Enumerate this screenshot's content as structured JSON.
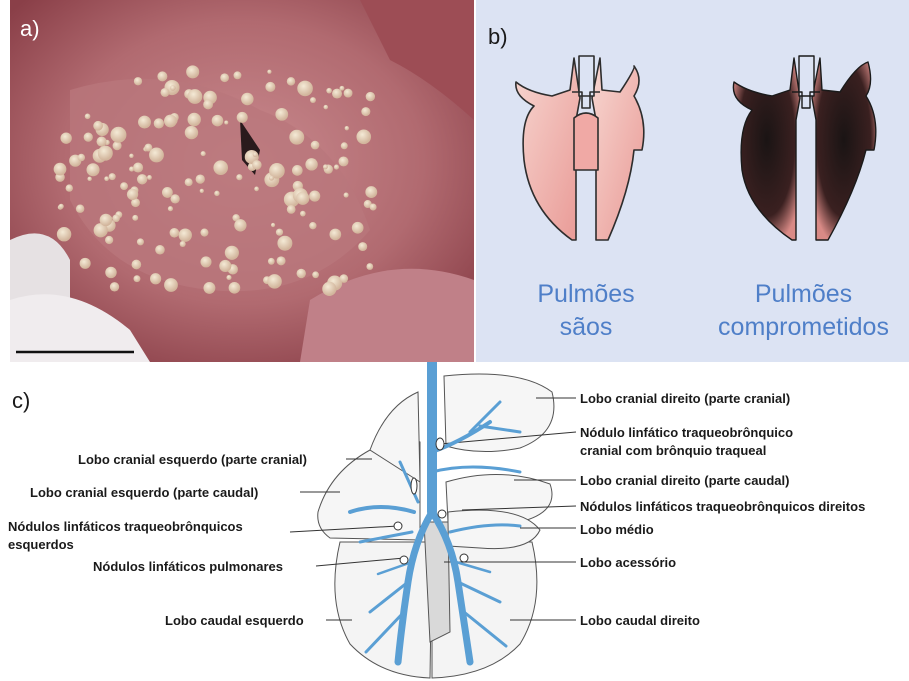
{
  "panel_a": {
    "letter": "a)"
  },
  "panel_b": {
    "letter": "b)",
    "healthy_caption": [
      "Pulmões",
      "sãos"
    ],
    "affected_caption": [
      "Pulmões",
      "comprometidos"
    ],
    "caption_color": "#4f7fc8"
  },
  "panel_c": {
    "letter": "c)",
    "labels": {
      "cranial_right_cranial": "Lobo cranial direito (parte cranial)",
      "lymph_tracheobronchial_cranial_1": "Nódulo linfático traqueobrônquico",
      "lymph_tracheobronchial_cranial_2": "cranial com brônquio traqueal",
      "cranial_left_cranial": "Lobo cranial esquerdo (parte cranial)",
      "cranial_right_caudal": "Lobo cranial direito (parte caudal)",
      "cranial_left_caudal": "Lobo cranial esquerdo (parte caudal)",
      "lymph_right": "Nódulos linfáticos traqueobrônquicos direitos",
      "lymph_left_1": "Nódulos linfáticos traqueobrônquicos",
      "lymph_left_2": "esquerdos",
      "middle_lobe": "Lobo médio",
      "accessory_lobe": "Lobo acessório",
      "lymph_pulmonary": "Nódulos linfáticos pulmonares",
      "caudal_left": "Lobo caudal esquerdo",
      "caudal_right": "Lobo caudal direito"
    },
    "airway_color": "#5a9fd4"
  }
}
